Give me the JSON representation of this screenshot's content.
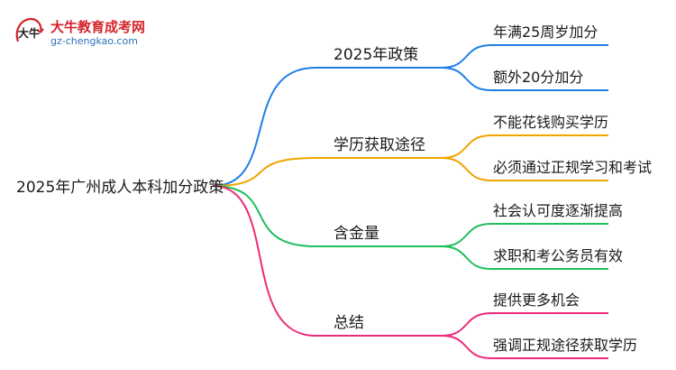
{
  "logo": {
    "title": "大牛教育成考网",
    "url": "gz-chengkao.com",
    "mark_text": "大牛",
    "colors": {
      "primary": "#d2262b",
      "secondary": "#2f6fb8"
    }
  },
  "root": {
    "label": "2025年广州成人本科加分政策"
  },
  "branches": [
    {
      "label": "2025年政策",
      "color": "#1f7fe6",
      "children": [
        "年满25周岁加分",
        "额外20分加分"
      ]
    },
    {
      "label": "学历获取途径",
      "color": "#f0a500",
      "children": [
        "不能花钱购买学历",
        "必须通过正规学习和考试"
      ]
    },
    {
      "label": "含金量",
      "color": "#1fbf5c",
      "children": [
        "社会认可度逐渐提高",
        "求职和考公务员有效"
      ]
    },
    {
      "label": "总结",
      "color": "#ee2a7b",
      "children": [
        "提供更多机会",
        "强调正规途径获取学历"
      ]
    }
  ]
}
